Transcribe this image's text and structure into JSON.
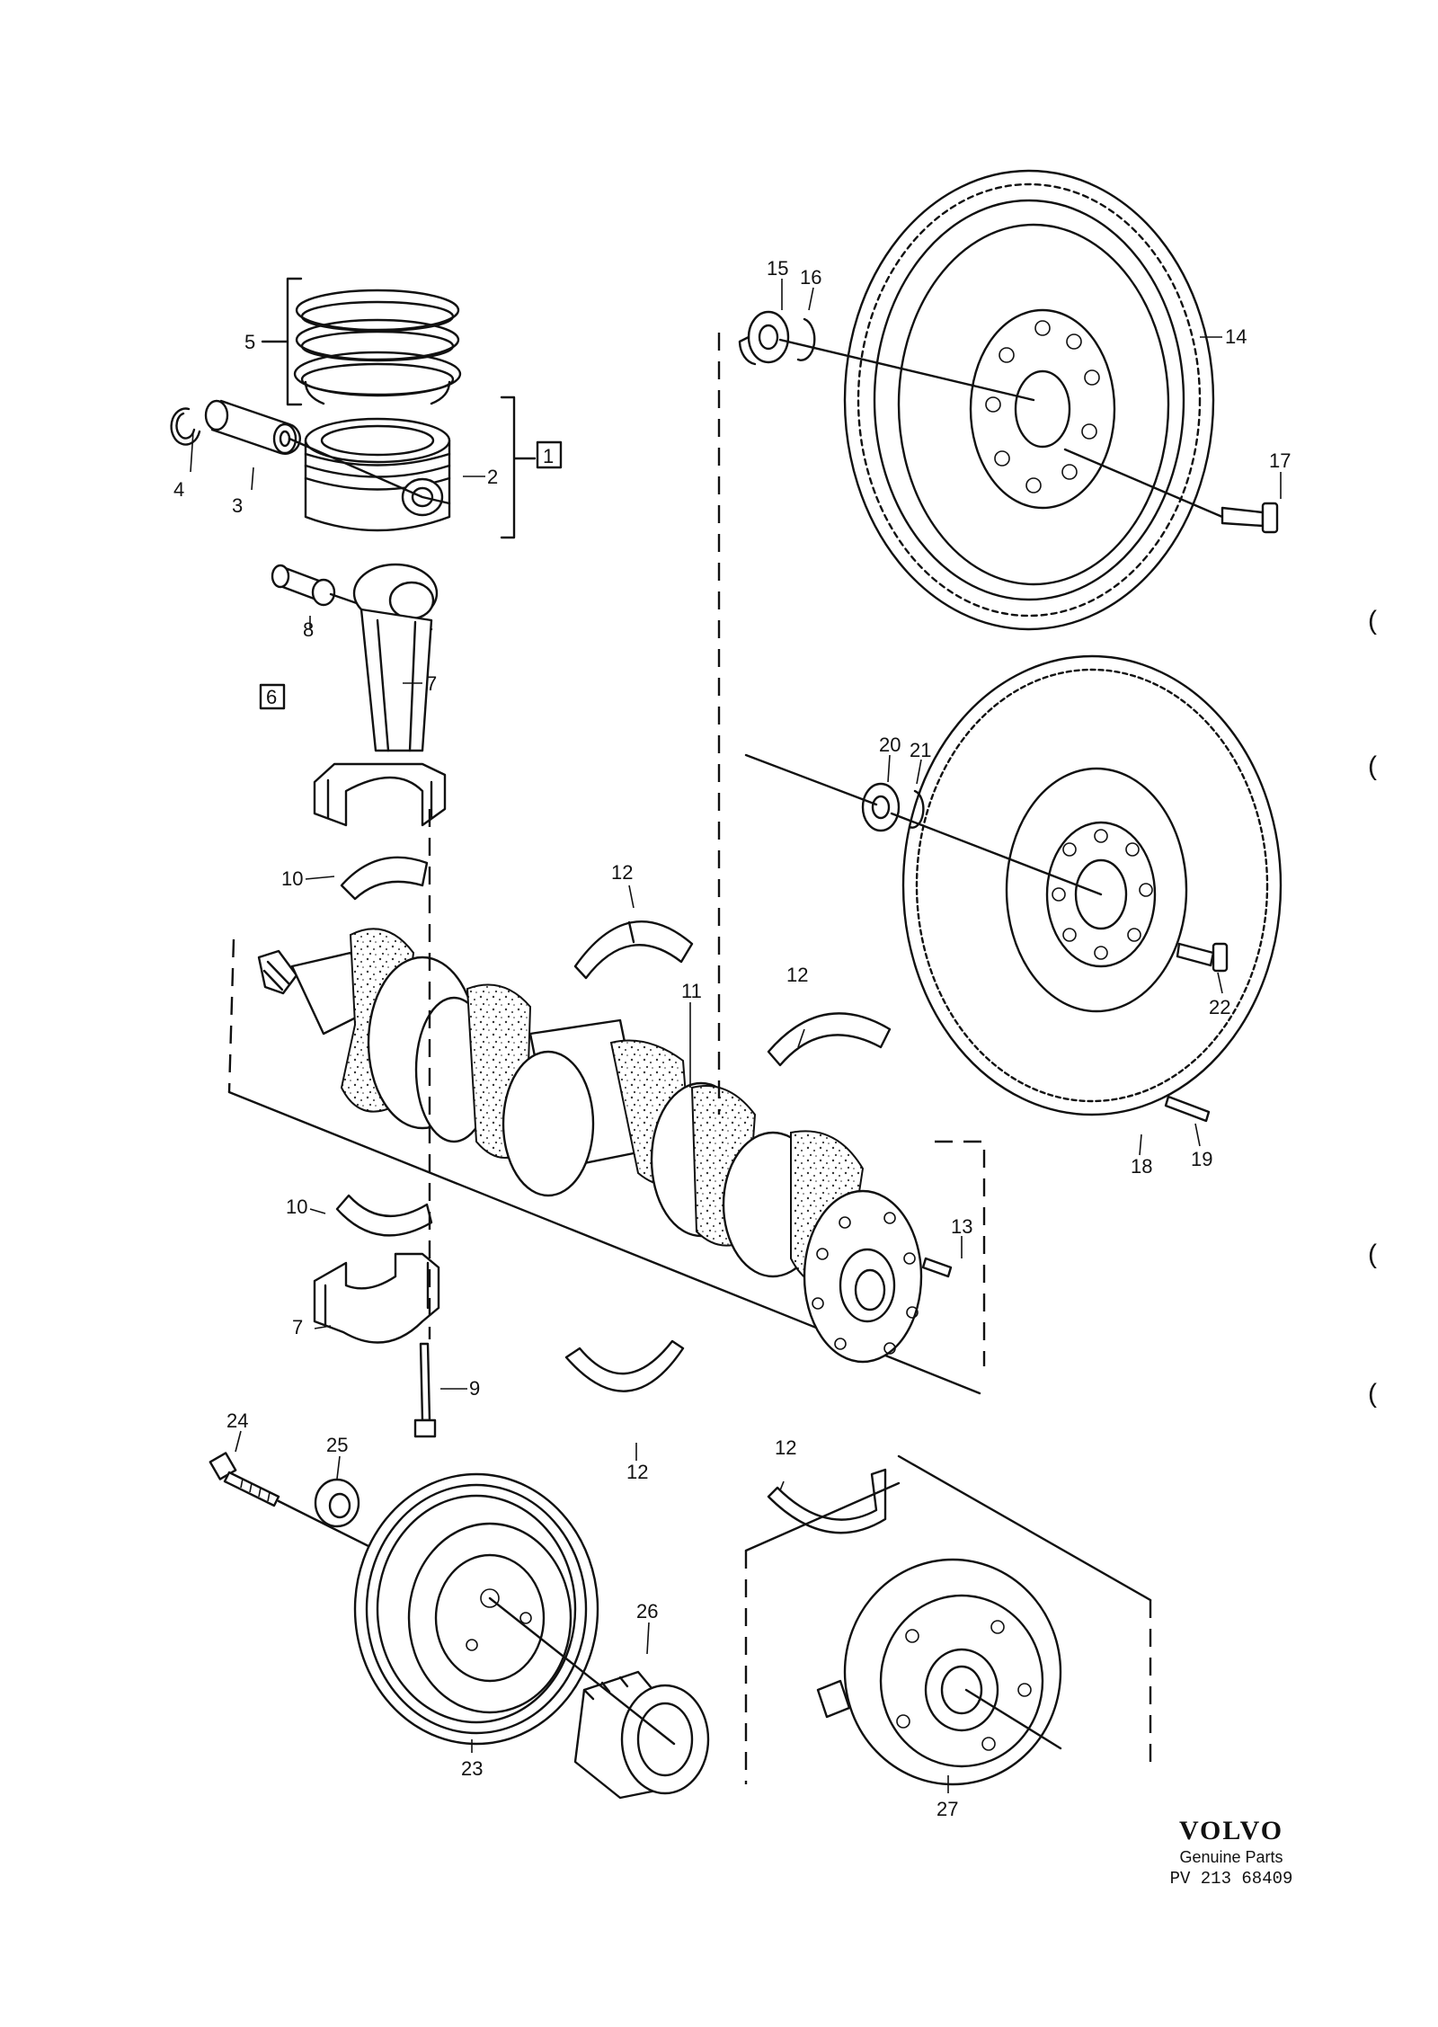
{
  "labels": {
    "n1": "1",
    "n2": "2",
    "n3": "3",
    "n4": "4",
    "n5": "5",
    "n6": "6",
    "n7a": "7",
    "n7b": "7",
    "n8": "8",
    "n9": "9",
    "n10a": "10",
    "n10b": "10",
    "n11": "11",
    "n12a": "12",
    "n12b": "12",
    "n12c": "12",
    "n12d": "12",
    "n13": "13",
    "n14": "14",
    "n15": "15",
    "n16": "16",
    "n17": "17",
    "n18": "18",
    "n19": "19",
    "n20": "20",
    "n21": "21",
    "n22": "22",
    "n23": "23",
    "n24": "24",
    "n25": "25",
    "n26": "26",
    "n27": "27"
  },
  "brand": {
    "logo": "VOLVO",
    "subtitle": "Genuine Parts",
    "reference": "PV 213 68409"
  },
  "margin_marks": [
    "(",
    "(",
    "(",
    "("
  ]
}
